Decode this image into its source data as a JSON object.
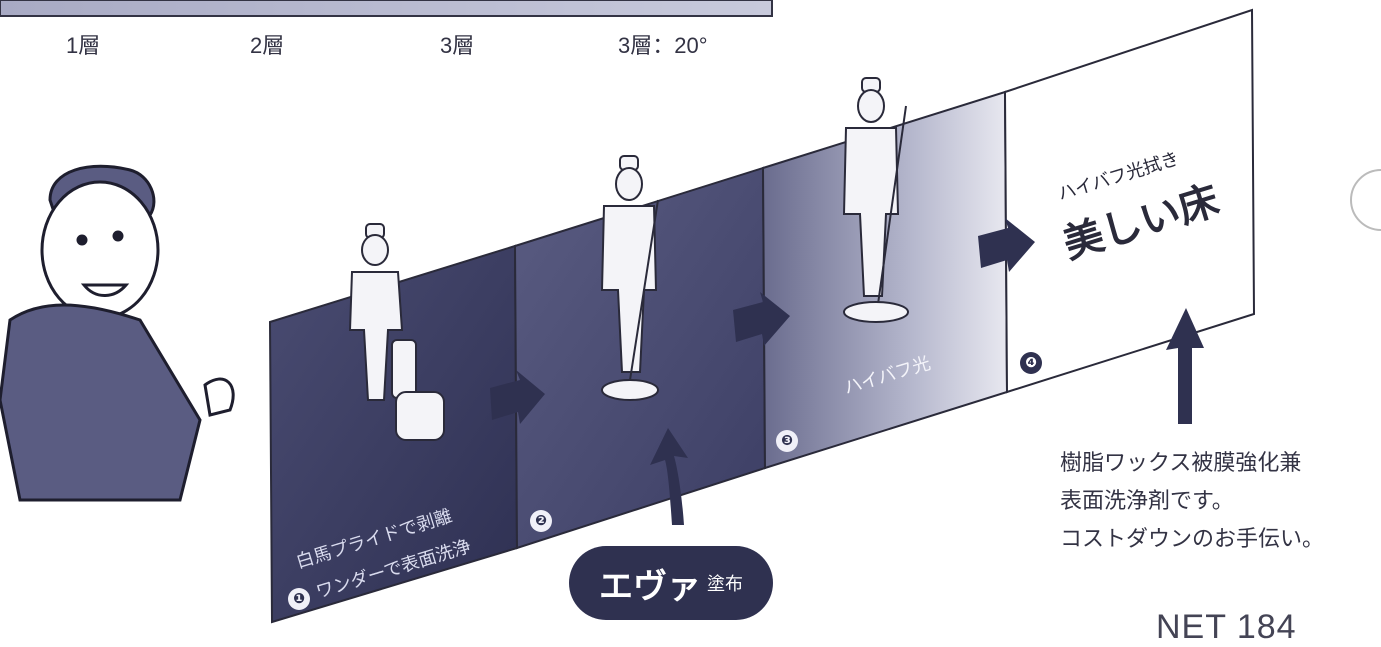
{
  "header_layers": [
    "1層",
    "2層",
    "3層",
    "3層：20°"
  ],
  "steps": [
    {
      "num": "❶",
      "label_line1": "白馬プライドで剥離",
      "label_line2": "ワンダーで表面洗浄"
    },
    {
      "num": "❷"
    },
    {
      "num": "❸",
      "label": "ハイバフ光"
    },
    {
      "num": "❹",
      "label_small": "ハイバフ光拭き",
      "label_big": "美しい床"
    }
  ],
  "wax_badge": {
    "big": "エヴァ",
    "small": "塗布"
  },
  "caption": [
    "樹脂ワックス被膜強化兼",
    "表面洗浄剤です。",
    "コストダウンのお手伝い。"
  ],
  "footer_code": "NET 184",
  "colors": {
    "panel_dark": "#3a3c62",
    "panel_mid": "#5a5c80",
    "panel_light": "#a4a6c0",
    "accent": "#2f3150"
  }
}
